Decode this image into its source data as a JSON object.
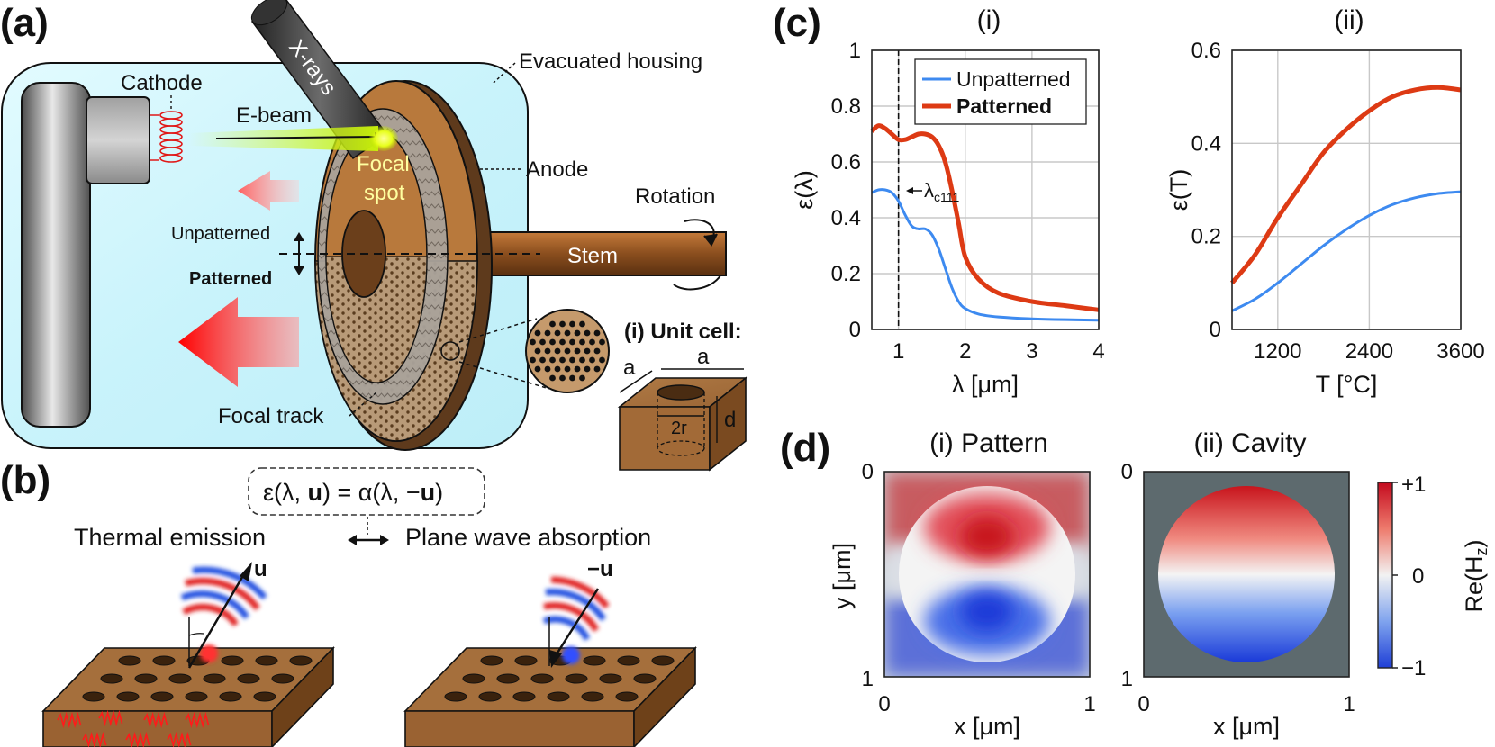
{
  "panel_labels": {
    "a": "(a)",
    "b": "(b)",
    "c": "(c)",
    "d": "(d)"
  },
  "panel_a": {
    "cathode": "Cathode",
    "xrays": "X-rays",
    "evacuated_housing": "Evacuated housing",
    "ebeam": "E-beam",
    "focal_spot_line1": "Focal",
    "focal_spot_line2": "spot",
    "anode": "Anode",
    "rotation": "Rotation",
    "unpatterned": "Unpatterned",
    "patterned": "Patterned",
    "stem": "Stem",
    "focal_track": "Focal track",
    "unit_cell": "(i) Unit cell:",
    "dim_a1": "a",
    "dim_a2": "a",
    "dim_2r": "2r",
    "dim_d": "d"
  },
  "panel_b": {
    "equation": "ε(λ, u) = α(λ, −u)",
    "eq_part1": "ε(λ, ",
    "eq_bold_u1": "u",
    "eq_part2": ") = α(λ, −",
    "eq_bold_u2": "u",
    "eq_part3": ")",
    "thermal_emission": "Thermal emission",
    "plane_wave_absorption": "Plane wave absorption",
    "vec_u": "u",
    "vec_neg_u": "−u"
  },
  "panel_c": {
    "sub_i": "(i)",
    "sub_ii": "(ii)",
    "annotation_lambda": "λ",
    "annotation_sub": "c111",
    "legend": [
      "Unpatterned",
      "Patterned"
    ],
    "colors": {
      "unpatterned": "#3d8af0",
      "patterned": "#dd3a14"
    }
  },
  "panel_d": {
    "sub_i": "(i) Pattern",
    "sub_ii": "(ii) Cavity",
    "xlabel": "x [μm]",
    "ylabel": "y [μm]",
    "x_ticks": [
      "0",
      "1"
    ],
    "y_ticks": [
      "0",
      "1"
    ],
    "colorbar_label": "Re(H",
    "colorbar_sub": "z",
    "colorbar_label_end": ")",
    "colorbar_ticks": [
      "+1",
      "0",
      "−1"
    ]
  },
  "chart_data": [
    {
      "type": "line",
      "title": "(i)",
      "xlabel": "λ [μm]",
      "ylabel": "ε(λ)",
      "xlim": [
        0.6,
        4
      ],
      "ylim": [
        0,
        1
      ],
      "x_ticks": [
        1,
        2,
        3,
        4
      ],
      "y_ticks": [
        0,
        0.2,
        0.4,
        0.6,
        0.8,
        1
      ],
      "y_tick_labels": [
        "0",
        "0.2",
        "0.4",
        "0.6",
        "0.8",
        "1"
      ],
      "grid": true,
      "legend_position": "top-right",
      "vline_x": 1.0,
      "series": [
        {
          "name": "Unpatterned",
          "x": [
            0.6,
            0.7,
            0.8,
            0.9,
            1.0,
            1.1,
            1.2,
            1.3,
            1.4,
            1.5,
            1.6,
            1.7,
            1.8,
            1.9,
            2.0,
            2.2,
            2.5,
            3.0,
            3.5,
            4.0
          ],
          "y": [
            0.49,
            0.5,
            0.5,
            0.49,
            0.46,
            0.41,
            0.37,
            0.36,
            0.36,
            0.34,
            0.29,
            0.22,
            0.15,
            0.1,
            0.075,
            0.055,
            0.045,
            0.038,
            0.035,
            0.033
          ]
        },
        {
          "name": "Patterned",
          "x": [
            0.6,
            0.7,
            0.8,
            0.9,
            1.0,
            1.1,
            1.2,
            1.3,
            1.4,
            1.5,
            1.6,
            1.7,
            1.8,
            1.9,
            2.0,
            2.2,
            2.5,
            3.0,
            3.5,
            4.0
          ],
          "y": [
            0.71,
            0.73,
            0.72,
            0.7,
            0.68,
            0.68,
            0.69,
            0.7,
            0.7,
            0.69,
            0.66,
            0.6,
            0.5,
            0.38,
            0.26,
            0.18,
            0.13,
            0.1,
            0.085,
            0.07
          ]
        }
      ]
    },
    {
      "type": "line",
      "title": "(ii)",
      "xlabel": "T [°C]",
      "ylabel": "ε(T)",
      "xlim": [
        600,
        3600
      ],
      "ylim": [
        0,
        0.6
      ],
      "x_ticks": [
        1200,
        2400,
        3600
      ],
      "y_ticks": [
        0,
        0.2,
        0.4,
        0.6
      ],
      "y_tick_labels": [
        "0",
        "0.2",
        "0.4",
        "0.6"
      ],
      "grid": true,
      "series": [
        {
          "name": "Unpatterned",
          "x": [
            600,
            900,
            1200,
            1500,
            1800,
            2100,
            2400,
            2700,
            3000,
            3300,
            3600
          ],
          "y": [
            0.04,
            0.065,
            0.1,
            0.14,
            0.18,
            0.215,
            0.245,
            0.268,
            0.283,
            0.292,
            0.296
          ]
        },
        {
          "name": "Patterned",
          "x": [
            600,
            900,
            1200,
            1500,
            1800,
            2100,
            2400,
            2700,
            3000,
            3300,
            3600
          ],
          "y": [
            0.1,
            0.16,
            0.24,
            0.31,
            0.38,
            0.43,
            0.47,
            0.5,
            0.515,
            0.52,
            0.515
          ]
        }
      ]
    }
  ]
}
